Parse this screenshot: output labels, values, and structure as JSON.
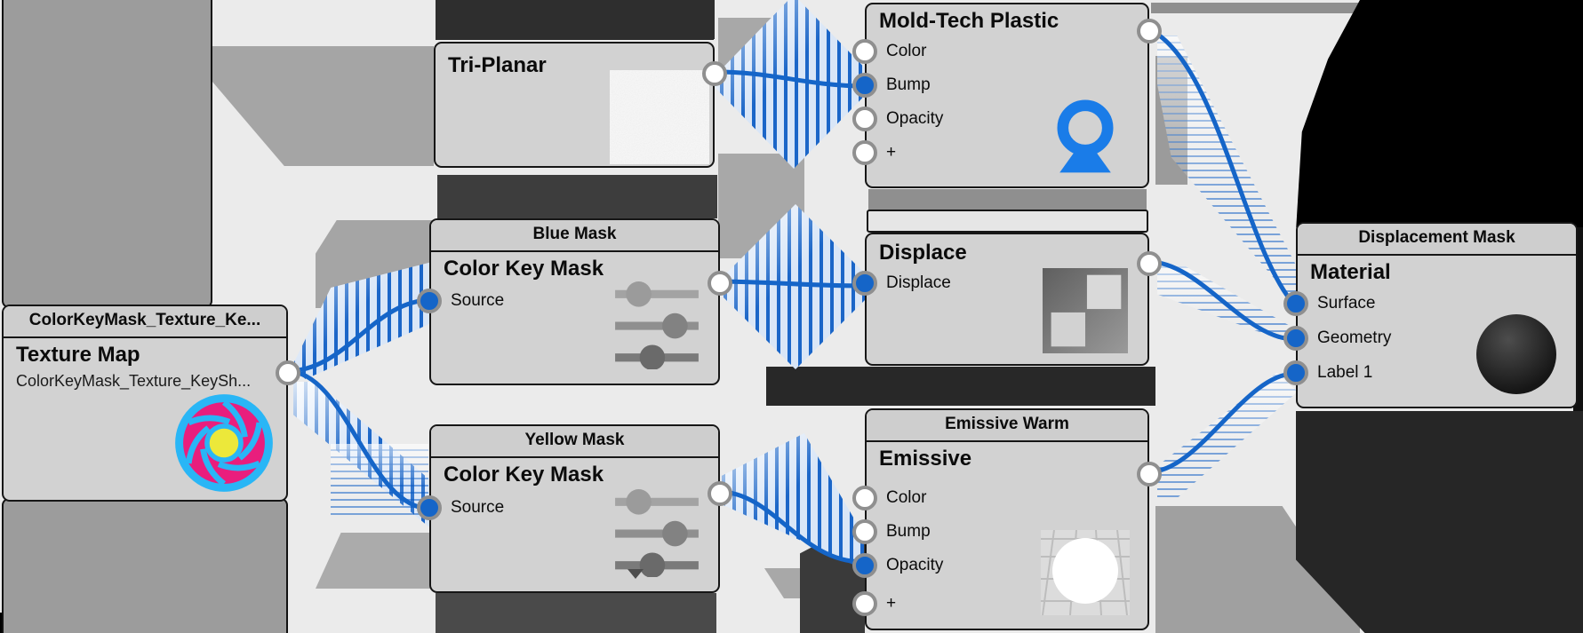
{
  "app": {
    "title": "Material node graph"
  },
  "colors": {
    "wire": "#1565c8",
    "port_connected": "#1565c8",
    "port_empty": "#ffffff",
    "node_background": "#d2d2d2",
    "node_border": "#161616",
    "aperture_pink": "#e91e7d",
    "aperture_cyan": "#29b6f6",
    "aperture_yellow": "#ece83a",
    "material_blue": "#1a7ce8"
  },
  "nodes": {
    "texture_map": {
      "header": "ColorKeyMask_Texture_Ke...",
      "title": "Texture Map",
      "subtitle": "ColorKeyMask_Texture_KeySh...",
      "icon": "aperture-icon",
      "inputs": [],
      "output": {
        "connected": true
      }
    },
    "tri_planar": {
      "title": "Tri-Planar",
      "icon": "noise-texture-icon",
      "inputs": [],
      "output": {
        "connected": true
      }
    },
    "blue_mask": {
      "header": "Blue Mask",
      "title": "Color Key Mask",
      "icon": "sliders-icon",
      "inputs": [
        {
          "label": "Source",
          "connected": true
        }
      ],
      "output": {
        "connected": true
      }
    },
    "yellow_mask": {
      "header": "Yellow Mask",
      "title": "Color Key Mask",
      "icon": "sliders-icon",
      "inputs": [
        {
          "label": "Source",
          "connected": true
        }
      ],
      "output": {
        "connected": true
      }
    },
    "mold_tech": {
      "title": "Mold-Tech Plastic",
      "icon": "material-ball-icon",
      "inputs": [
        {
          "label": "Color",
          "connected": false
        },
        {
          "label": "Bump",
          "connected": true
        },
        {
          "label": "Opacity",
          "connected": false
        },
        {
          "label": "+",
          "connected": false
        }
      ],
      "output": {
        "connected": true
      }
    },
    "displace": {
      "title": "Displace",
      "icon": "checker-icon",
      "inputs": [
        {
          "label": "Displace",
          "connected": true
        }
      ],
      "output": {
        "connected": true
      }
    },
    "emissive": {
      "header": "Emissive Warm",
      "title": "Emissive",
      "icon": "emissive-sphere-icon",
      "inputs": [
        {
          "label": "Color",
          "connected": false
        },
        {
          "label": "Bump",
          "connected": false
        },
        {
          "label": "Opacity",
          "connected": true
        },
        {
          "label": "+",
          "connected": false
        }
      ],
      "output": {
        "connected": true
      }
    },
    "material": {
      "header": "Displacement Mask",
      "title": "Material",
      "icon": "dark-sphere-icon",
      "inputs": [
        {
          "label": "Surface",
          "connected": true
        },
        {
          "label": "Geometry",
          "connected": true
        },
        {
          "label": "Label 1",
          "connected": true
        }
      ]
    }
  },
  "connections": [
    {
      "from_node": "texture_map",
      "to_node": "blue_mask",
      "to_port": "Source"
    },
    {
      "from_node": "texture_map",
      "to_node": "yellow_mask",
      "to_port": "Source"
    },
    {
      "from_node": "tri_planar",
      "to_node": "mold_tech",
      "to_port": "Bump"
    },
    {
      "from_node": "blue_mask",
      "to_node": "displace",
      "to_port": "Displace"
    },
    {
      "from_node": "yellow_mask",
      "to_node": "emissive",
      "to_port": "Opacity"
    },
    {
      "from_node": "mold_tech",
      "to_node": "material",
      "to_port": "Surface"
    },
    {
      "from_node": "displace",
      "to_node": "material",
      "to_port": "Geometry"
    },
    {
      "from_node": "emissive",
      "to_node": "material",
      "to_port": "Label 1"
    }
  ]
}
